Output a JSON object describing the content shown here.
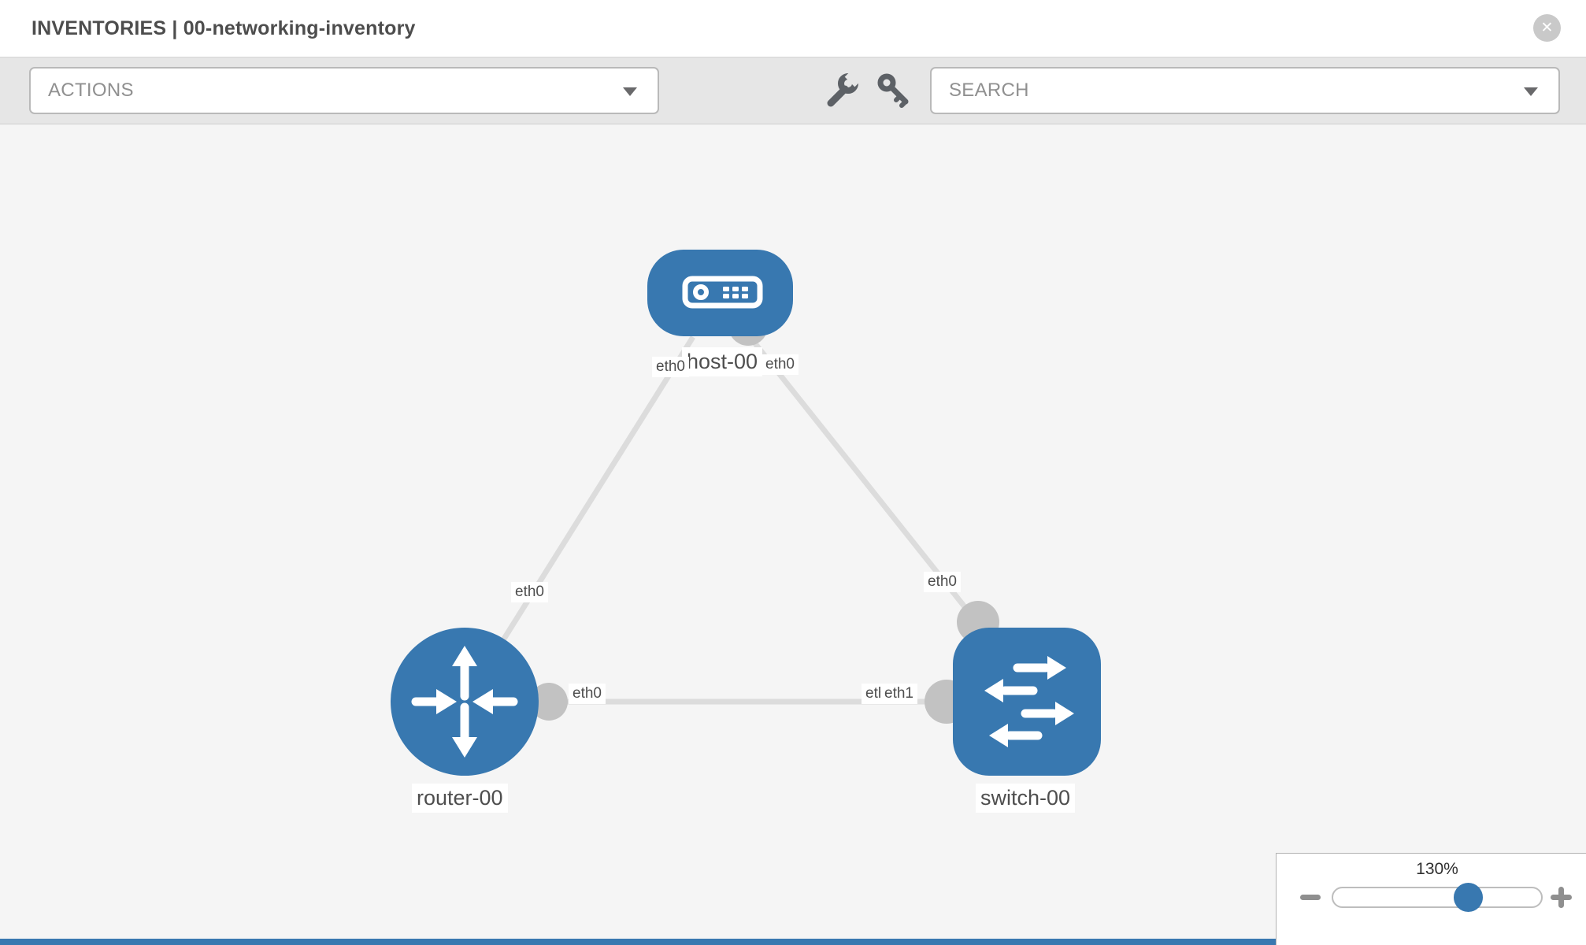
{
  "header": {
    "title": "INVENTORIES | 00-networking-inventory"
  },
  "icons": {
    "close_glyph": "✕"
  },
  "toolbar": {
    "actions_label": "ACTIONS",
    "search_placeholder": "SEARCH"
  },
  "topology": {
    "nodes": [
      {
        "id": "host-00",
        "label": "host-00",
        "type": "host"
      },
      {
        "id": "router-00",
        "label": "router-00",
        "type": "router"
      },
      {
        "id": "switch-00",
        "label": "switch-00",
        "type": "switch"
      }
    ],
    "links": [
      {
        "source": "router-00",
        "source_if": "eth0",
        "target": "host-00",
        "target_if": "eth0"
      },
      {
        "source": "switch-00",
        "source_if": "eth0",
        "target": "host-00",
        "target_if": "eth0"
      },
      {
        "source": "router-00",
        "source_if": "eth0",
        "target": "switch-00",
        "target_if": "eth1",
        "overlapped_if": "eth0"
      }
    ]
  },
  "zoom_control": {
    "value": "130%"
  },
  "colors": {
    "node-blue": "#3878b0",
    "link-gray": "#dcdcdc",
    "dot-gray": "#c2c2c2",
    "toolbar-bg": "#e6e6e6",
    "canvas-bg": "#f5f5f5"
  }
}
